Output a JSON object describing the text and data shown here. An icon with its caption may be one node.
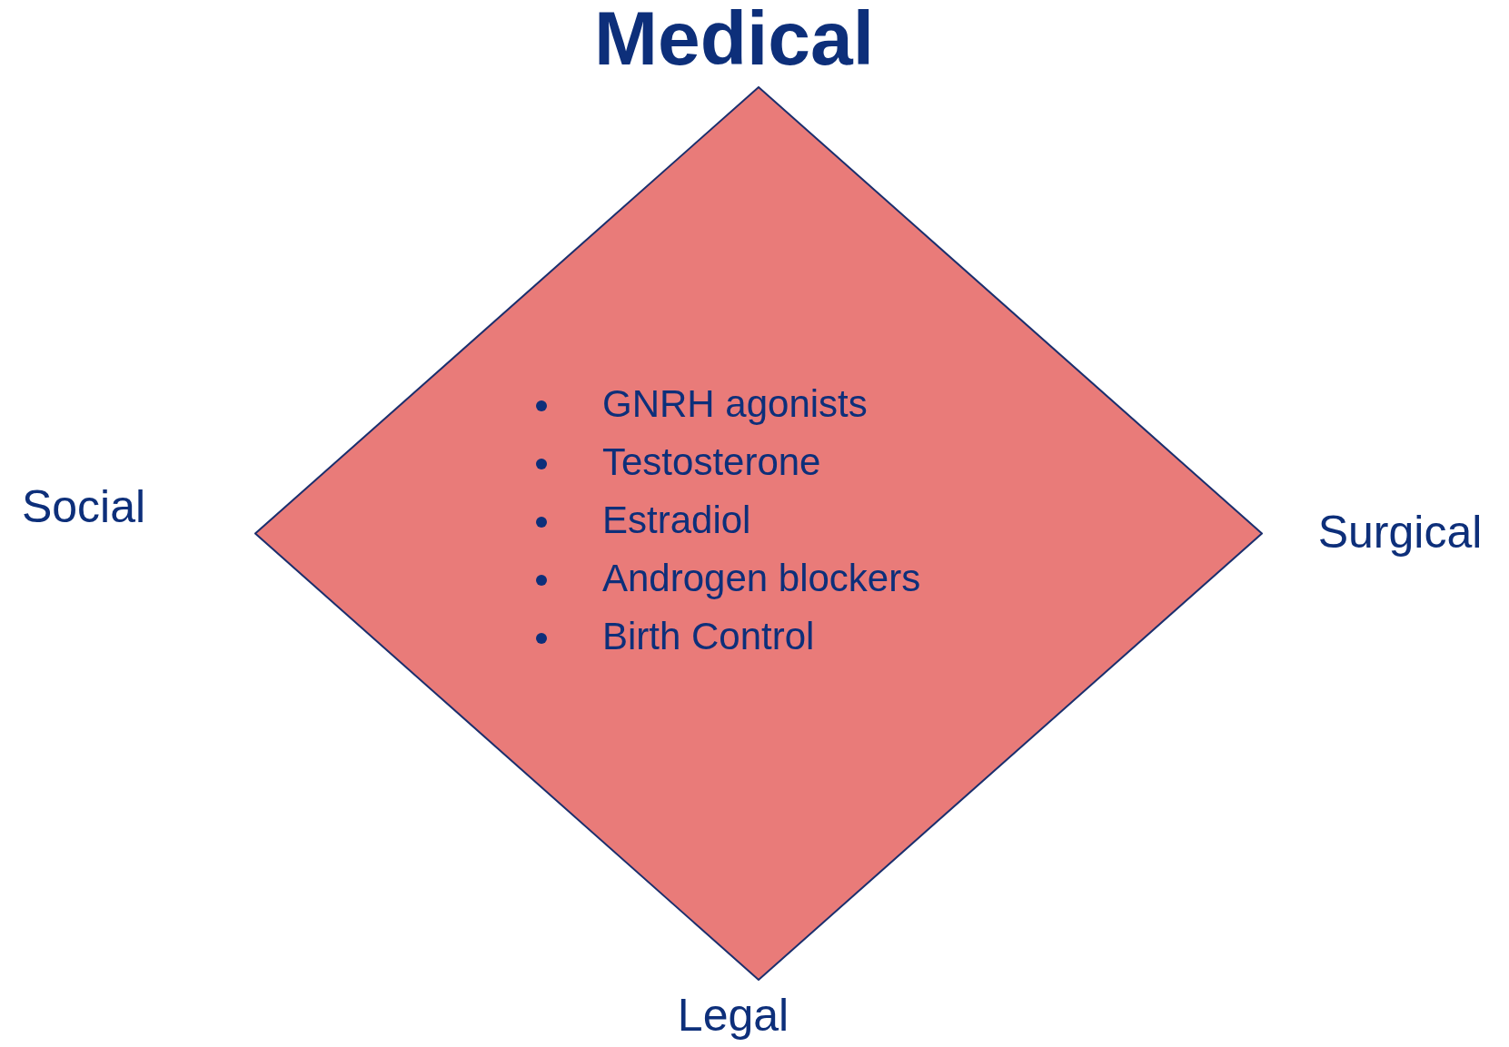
{
  "diagram": {
    "nodes": [
      {
        "text": [
          "GNRH agonists",
          "Testosterone",
          "Estradiol",
          "Androgen blockers",
          "Birth Control"
        ]
      }
    ],
    "labels": [
      "Medical",
      "Social",
      "Surgical",
      "Legal"
    ]
  }
}
